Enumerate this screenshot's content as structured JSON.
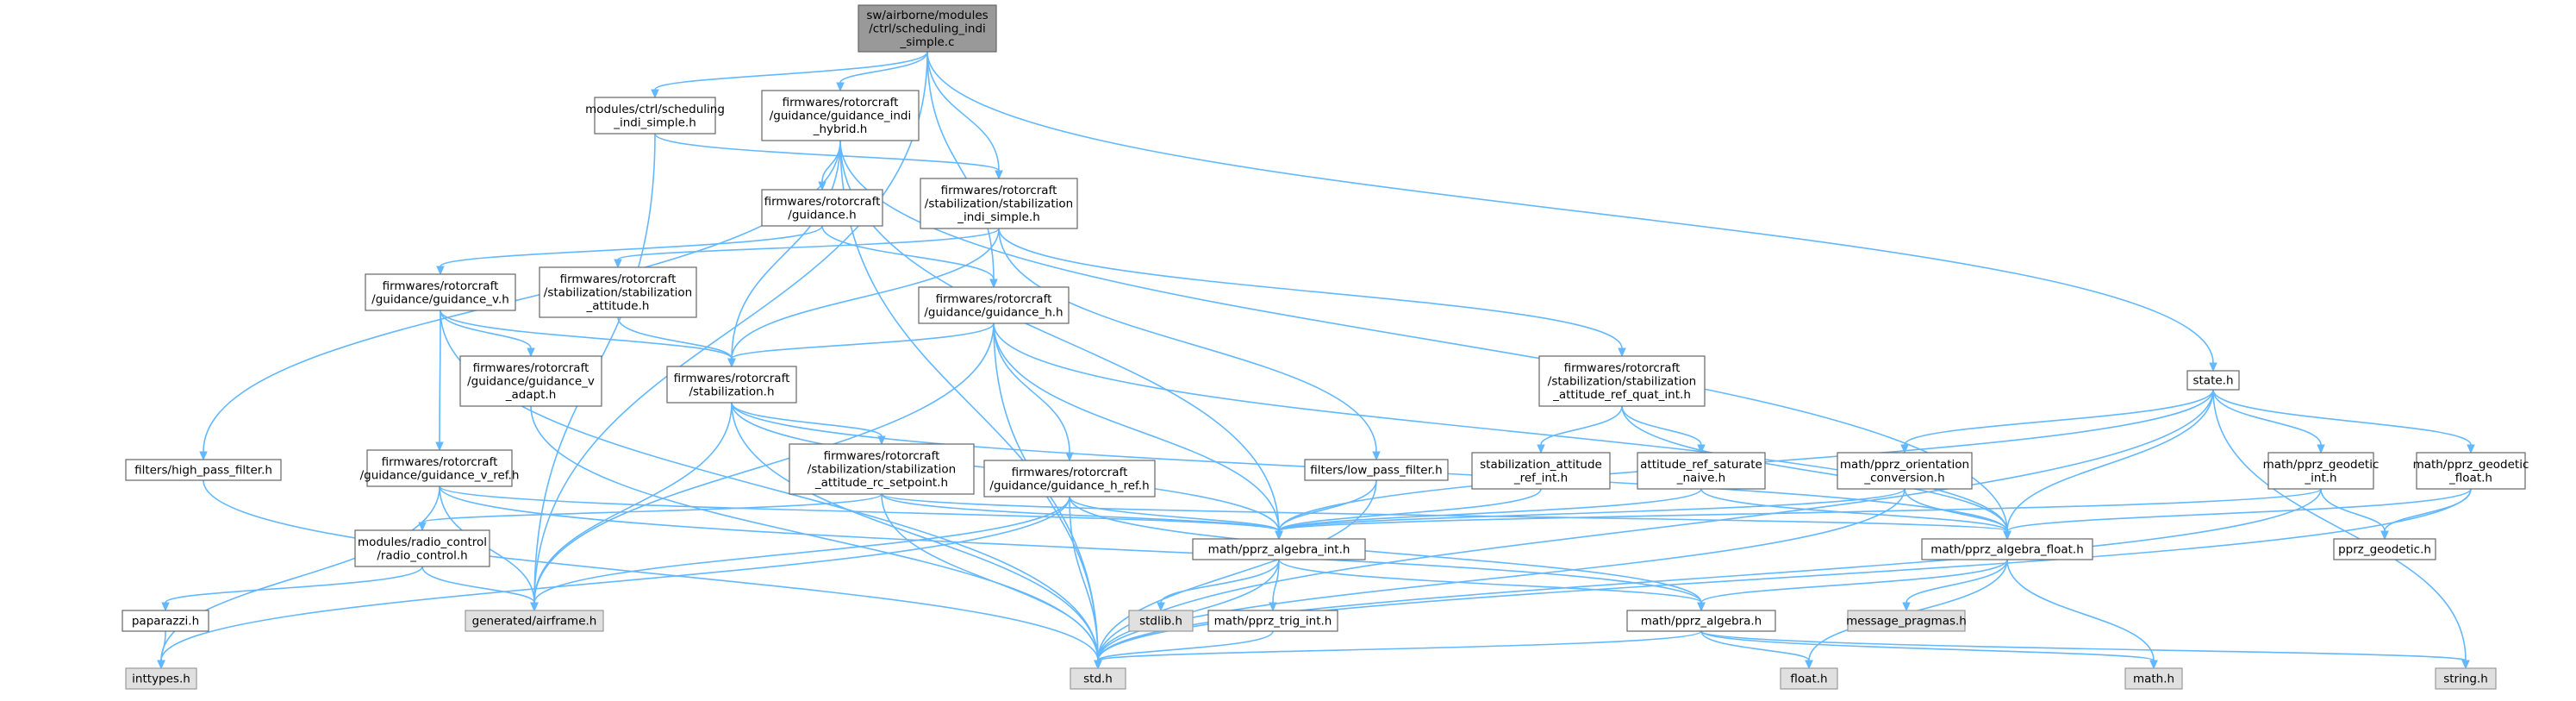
{
  "graph": {
    "nodes": [
      {
        "id": "root",
        "lines": [
          "sw/airborne/modules",
          "/ctrl/scheduling_indi",
          "_simple.c"
        ],
        "kind": "root"
      },
      {
        "id": "sched_h",
        "lines": [
          "modules/ctrl/scheduling",
          "_indi_simple.h"
        ],
        "kind": "normal"
      },
      {
        "id": "guid_indi_hybrid",
        "lines": [
          "firmwares/rotorcraft",
          "/guidance/guidance_indi",
          "_hybrid.h"
        ],
        "kind": "normal"
      },
      {
        "id": "guidance_h",
        "lines": [
          "firmwares/rotorcraft",
          "/guidance.h"
        ],
        "kind": "normal"
      },
      {
        "id": "stab_indi_simple",
        "lines": [
          "firmwares/rotorcraft",
          "/stabilization/stabilization",
          "_indi_simple.h"
        ],
        "kind": "normal"
      },
      {
        "id": "guidance_v",
        "lines": [
          "firmwares/rotorcraft",
          "/guidance/guidance_v.h"
        ],
        "kind": "normal"
      },
      {
        "id": "stab_attitude",
        "lines": [
          "firmwares/rotorcraft",
          "/stabilization/stabilization",
          "_attitude.h"
        ],
        "kind": "normal"
      },
      {
        "id": "guidance_h_h",
        "lines": [
          "firmwares/rotorcraft",
          "/guidance/guidance_h.h"
        ],
        "kind": "normal"
      },
      {
        "id": "guidance_v_adapt",
        "lines": [
          "firmwares/rotorcraft",
          "/guidance/guidance_v",
          "_adapt.h"
        ],
        "kind": "normal"
      },
      {
        "id": "stabilization",
        "lines": [
          "firmwares/rotorcraft",
          "/stabilization.h"
        ],
        "kind": "normal"
      },
      {
        "id": "stab_att_ref_quat",
        "lines": [
          "firmwares/rotorcraft",
          "/stabilization/stabilization",
          "_attitude_ref_quat_int.h"
        ],
        "kind": "normal"
      },
      {
        "id": "state",
        "lines": [
          "state.h"
        ],
        "kind": "normal"
      },
      {
        "id": "high_pass",
        "lines": [
          "filters/high_pass_filter.h"
        ],
        "kind": "normal"
      },
      {
        "id": "guidance_v_ref",
        "lines": [
          "firmwares/rotorcraft",
          "/guidance/guidance_v_ref.h"
        ],
        "kind": "normal"
      },
      {
        "id": "stab_att_rc",
        "lines": [
          "firmwares/rotorcraft",
          "/stabilization/stabilization",
          "_attitude_rc_setpoint.h"
        ],
        "kind": "normal"
      },
      {
        "id": "guidance_h_ref",
        "lines": [
          "firmwares/rotorcraft",
          "/guidance/guidance_h_ref.h"
        ],
        "kind": "normal"
      },
      {
        "id": "low_pass",
        "lines": [
          "filters/low_pass_filter.h"
        ],
        "kind": "normal"
      },
      {
        "id": "stab_att_ref_int",
        "lines": [
          "stabilization_attitude",
          "_ref_int.h"
        ],
        "kind": "normal"
      },
      {
        "id": "att_ref_sat",
        "lines": [
          "attitude_ref_saturate",
          "_naive.h"
        ],
        "kind": "normal"
      },
      {
        "id": "orient_conv",
        "lines": [
          "math/pprz_orientation",
          "_conversion.h"
        ],
        "kind": "normal"
      },
      {
        "id": "geodetic_int",
        "lines": [
          "math/pprz_geodetic",
          "_int.h"
        ],
        "kind": "normal"
      },
      {
        "id": "geodetic_float",
        "lines": [
          "math/pprz_geodetic",
          "_float.h"
        ],
        "kind": "normal"
      },
      {
        "id": "radio_control",
        "lines": [
          "modules/radio_control",
          "/radio_control.h"
        ],
        "kind": "normal"
      },
      {
        "id": "algebra_int",
        "lines": [
          "math/pprz_algebra_int.h"
        ],
        "kind": "normal"
      },
      {
        "id": "algebra_float",
        "lines": [
          "math/pprz_algebra_float.h"
        ],
        "kind": "normal"
      },
      {
        "id": "pprz_geodetic",
        "lines": [
          "pprz_geodetic.h"
        ],
        "kind": "normal"
      },
      {
        "id": "paparazzi",
        "lines": [
          "paparazzi.h"
        ],
        "kind": "normal"
      },
      {
        "id": "airframe",
        "lines": [
          "generated/airframe.h"
        ],
        "kind": "sys"
      },
      {
        "id": "stdlib",
        "lines": [
          "stdlib.h"
        ],
        "kind": "sys"
      },
      {
        "id": "trig_int",
        "lines": [
          "math/pprz_trig_int.h"
        ],
        "kind": "normal"
      },
      {
        "id": "algebra",
        "lines": [
          "math/pprz_algebra.h"
        ],
        "kind": "normal"
      },
      {
        "id": "msg_pragmas",
        "lines": [
          "message_pragmas.h"
        ],
        "kind": "sys"
      },
      {
        "id": "inttypes",
        "lines": [
          "inttypes.h"
        ],
        "kind": "sys"
      },
      {
        "id": "std",
        "lines": [
          "std.h"
        ],
        "kind": "sys"
      },
      {
        "id": "float_h",
        "lines": [
          "float.h"
        ],
        "kind": "sys"
      },
      {
        "id": "math_h",
        "lines": [
          "math.h"
        ],
        "kind": "sys"
      },
      {
        "id": "string_h",
        "lines": [
          "string.h"
        ],
        "kind": "sys"
      }
    ],
    "edges": [
      [
        "root",
        "sched_h"
      ],
      [
        "root",
        "guid_indi_hybrid"
      ],
      [
        "root",
        "stab_indi_simple"
      ],
      [
        "root",
        "guidance_h_h"
      ],
      [
        "root",
        "state"
      ],
      [
        "root",
        "airframe"
      ],
      [
        "sched_h",
        "stab_indi_simple"
      ],
      [
        "sched_h",
        "airframe"
      ],
      [
        "guid_indi_hybrid",
        "guidance_h"
      ],
      [
        "guid_indi_hybrid",
        "stabilization"
      ],
      [
        "guid_indi_hybrid",
        "high_pass"
      ],
      [
        "guid_indi_hybrid",
        "algebra_int"
      ],
      [
        "guid_indi_hybrid",
        "algebra_float"
      ],
      [
        "guid_indi_hybrid",
        "std"
      ],
      [
        "guidance_h",
        "guidance_v"
      ],
      [
        "guidance_h",
        "guidance_h_h"
      ],
      [
        "stab_indi_simple",
        "stab_attitude"
      ],
      [
        "stab_indi_simple",
        "stabilization"
      ],
      [
        "stab_indi_simple",
        "stab_att_ref_quat"
      ],
      [
        "stab_indi_simple",
        "low_pass"
      ],
      [
        "guidance_v",
        "guidance_v_adapt"
      ],
      [
        "guidance_v",
        "guidance_v_ref"
      ],
      [
        "guidance_v",
        "stabilization"
      ],
      [
        "guidance_v",
        "std"
      ],
      [
        "stab_attitude",
        "stabilization"
      ],
      [
        "guidance_h_h",
        "stabilization"
      ],
      [
        "guidance_h_h",
        "guidance_h_ref"
      ],
      [
        "guidance_h_h",
        "algebra_int"
      ],
      [
        "guidance_h_h",
        "algebra_float"
      ],
      [
        "guidance_h_h",
        "airframe"
      ],
      [
        "guidance_h_h",
        "std"
      ],
      [
        "guidance_v_adapt",
        "std"
      ],
      [
        "stabilization",
        "stab_att_rc"
      ],
      [
        "stabilization",
        "algebra_int"
      ],
      [
        "stabilization",
        "algebra_float"
      ],
      [
        "stabilization",
        "airframe"
      ],
      [
        "stabilization",
        "std"
      ],
      [
        "stab_att_ref_quat",
        "stab_att_ref_int"
      ],
      [
        "stab_att_ref_quat",
        "att_ref_sat"
      ],
      [
        "stab_att_ref_quat",
        "algebra_float"
      ],
      [
        "state",
        "orient_conv"
      ],
      [
        "state",
        "geodetic_int"
      ],
      [
        "state",
        "geodetic_float"
      ],
      [
        "state",
        "algebra_int"
      ],
      [
        "state",
        "algebra_float"
      ],
      [
        "state",
        "std"
      ],
      [
        "state",
        "string_h"
      ],
      [
        "high_pass",
        "std"
      ],
      [
        "guidance_v_ref",
        "airframe"
      ],
      [
        "guidance_v_ref",
        "inttypes"
      ],
      [
        "guidance_v_ref",
        "algebra"
      ],
      [
        "guidance_v_ref",
        "algebra_int"
      ],
      [
        "stab_att_rc",
        "radio_control"
      ],
      [
        "stab_att_rc",
        "algebra_int"
      ],
      [
        "stab_att_rc",
        "algebra_float"
      ],
      [
        "stab_att_rc",
        "std"
      ],
      [
        "guidance_h_ref",
        "airframe"
      ],
      [
        "guidance_h_ref",
        "inttypes"
      ],
      [
        "guidance_h_ref",
        "algebra"
      ],
      [
        "guidance_h_ref",
        "algebra_int"
      ],
      [
        "guidance_h_ref",
        "std"
      ],
      [
        "low_pass",
        "algebra_int"
      ],
      [
        "low_pass",
        "std"
      ],
      [
        "stab_att_ref_int",
        "algebra_int"
      ],
      [
        "att_ref_sat",
        "algebra_int"
      ],
      [
        "att_ref_sat",
        "algebra_float"
      ],
      [
        "orient_conv",
        "algebra_int"
      ],
      [
        "orient_conv",
        "algebra_float"
      ],
      [
        "orient_conv",
        "std"
      ],
      [
        "geodetic_int",
        "algebra_int"
      ],
      [
        "geodetic_int",
        "pprz_geodetic"
      ],
      [
        "geodetic_int",
        "std"
      ],
      [
        "geodetic_float",
        "algebra_float"
      ],
      [
        "geodetic_float",
        "pprz_geodetic"
      ],
      [
        "geodetic_float",
        "std"
      ],
      [
        "radio_control",
        "paparazzi"
      ],
      [
        "radio_control",
        "airframe"
      ],
      [
        "paparazzi",
        "inttypes"
      ],
      [
        "algebra_int",
        "stdlib"
      ],
      [
        "algebra_int",
        "trig_int"
      ],
      [
        "algebra_int",
        "algebra"
      ],
      [
        "algebra_int",
        "std"
      ],
      [
        "algebra_float",
        "algebra"
      ],
      [
        "algebra_float",
        "msg_pragmas"
      ],
      [
        "algebra_float",
        "float_h"
      ],
      [
        "algebra_float",
        "math_h"
      ],
      [
        "trig_int",
        "std"
      ],
      [
        "algebra",
        "float_h"
      ],
      [
        "algebra",
        "math_h"
      ],
      [
        "algebra",
        "string_h"
      ],
      [
        "algebra",
        "std"
      ]
    ]
  }
}
